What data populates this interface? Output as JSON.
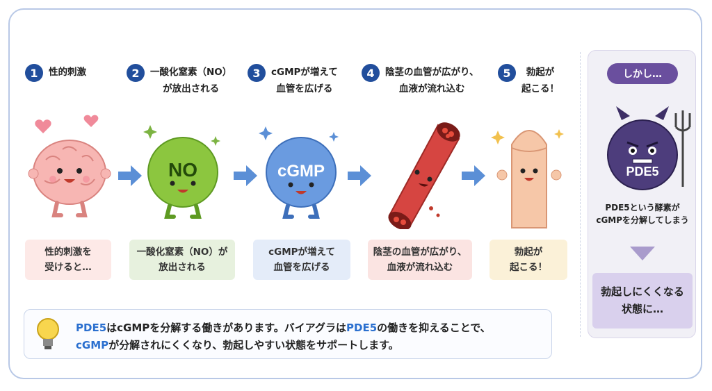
{
  "steps": [
    {
      "num": "1",
      "title": "性的刺激",
      "caption_line1": "性的刺激を",
      "caption_line2": "受けると…"
    },
    {
      "num": "2",
      "title_line1": "一酸化窒素（NO）",
      "title_line2": "が放出される",
      "caption_line1": "一酸化窒素（NO）が",
      "caption_line2": "放出される",
      "ball_label": "NO"
    },
    {
      "num": "3",
      "title_line1": "cGMPが増えて",
      "title_line2": "血管を広げる",
      "caption_line1": "cGMPが増えて",
      "caption_line2": "血管を広げる",
      "ball_label": "cGMP"
    },
    {
      "num": "4",
      "title_line1": "陰茎の血管が広がり、",
      "title_line2": "血液が流れ込む",
      "caption_line1": "陰茎の血管が広がり、",
      "caption_line2": "血液が流れ込む"
    },
    {
      "num": "5",
      "title_line1": "勃起が",
      "title_line2": "起こる！",
      "caption_line1": "勃起が",
      "caption_line2": "起こる！"
    }
  ],
  "side": {
    "pill": "しかし…",
    "monster_label": "PDE5",
    "text_line1": "PDE5という酵素が",
    "text_line2": "cGMPを分解してしまう",
    "box_line1": "勃起しにくくなる",
    "box_line2": "状態に…"
  },
  "note": {
    "l1_a": "PDE5",
    "l1_b": "はcGMPを分解する働きがあります。バイアグラは",
    "l1_c": "PDE5",
    "l1_d": "の働きを抑えることで、",
    "l2_a": "cGMP",
    "l2_b": "が分解されにくくなり、勃起しやすい状態をサポートします。"
  },
  "colors": {
    "step_number": "#214e9c",
    "accent_blue": "#2a6fcf",
    "side_pill": "#6a4f9e",
    "side_box": "#d9d0ed"
  }
}
